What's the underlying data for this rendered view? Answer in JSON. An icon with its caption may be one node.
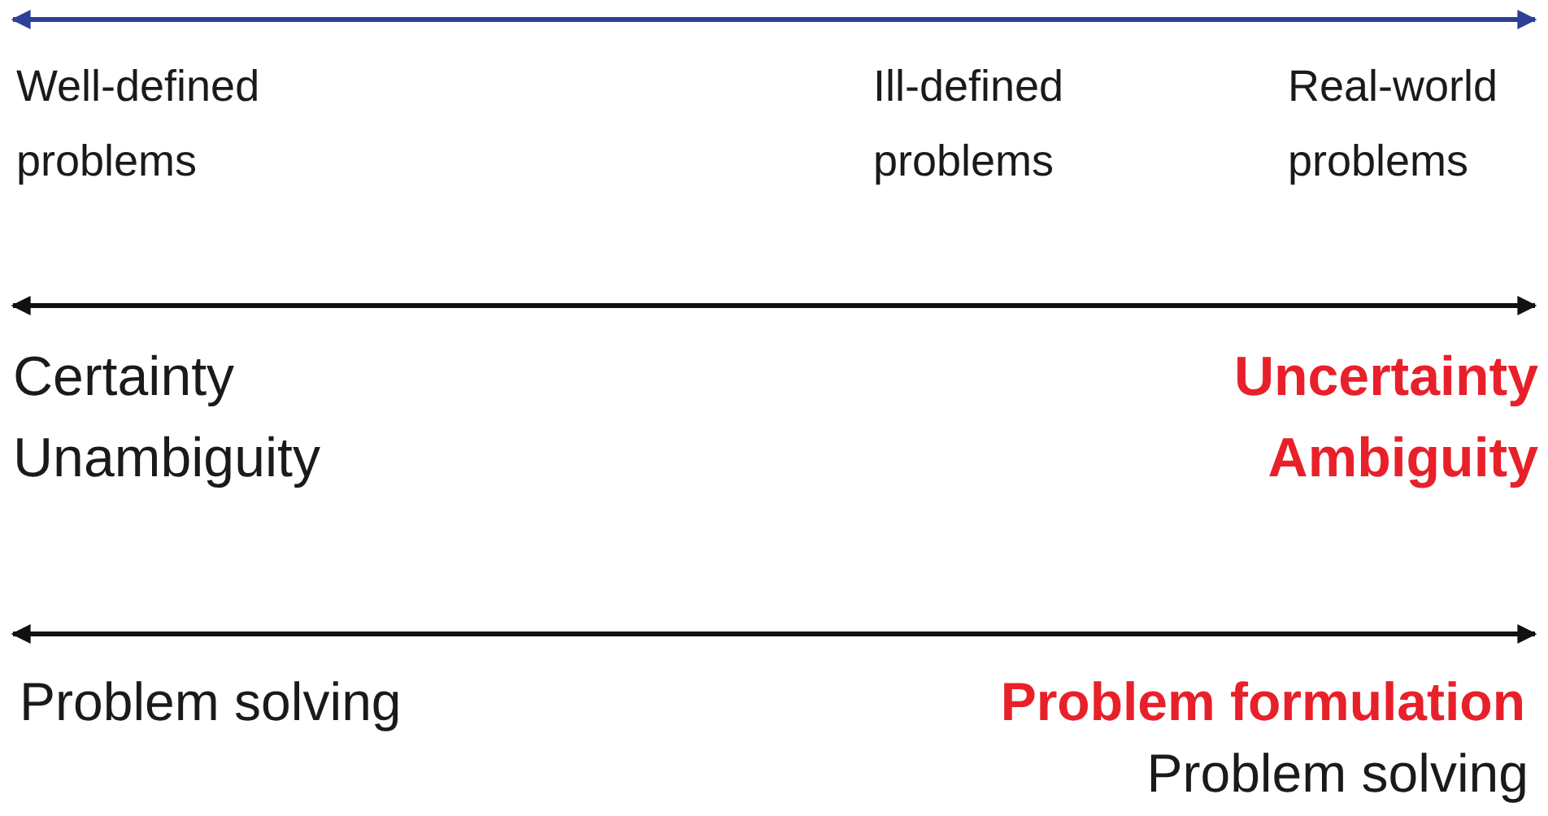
{
  "diagram": {
    "labels": [
      "Well-defined problems",
      "Ill-defined problems",
      "Real-world problems",
      "Certainty",
      "Unambiguity",
      "Uncertainty",
      "Ambiguity",
      "Problem solving",
      "Problem formulation",
      "Problem solving"
    ]
  }
}
